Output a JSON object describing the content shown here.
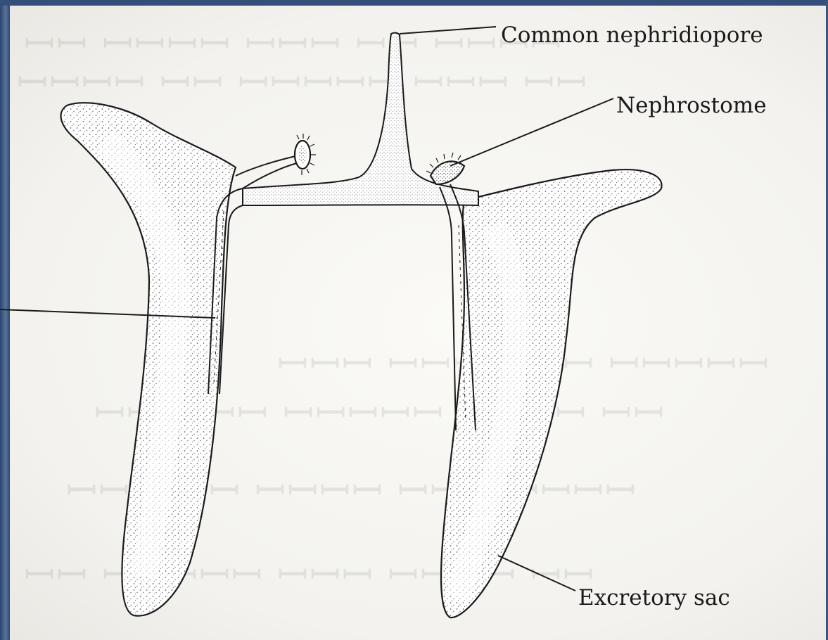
{
  "labels": {
    "common_nephridiopore": "Common nephridiopore",
    "nephrostome": "Nephrostome",
    "excretory_sac": "Excretory sac"
  },
  "colors": {
    "frame": "#2d4a73",
    "paper": "#f7f6f2",
    "ink": "#1a1a1a"
  }
}
